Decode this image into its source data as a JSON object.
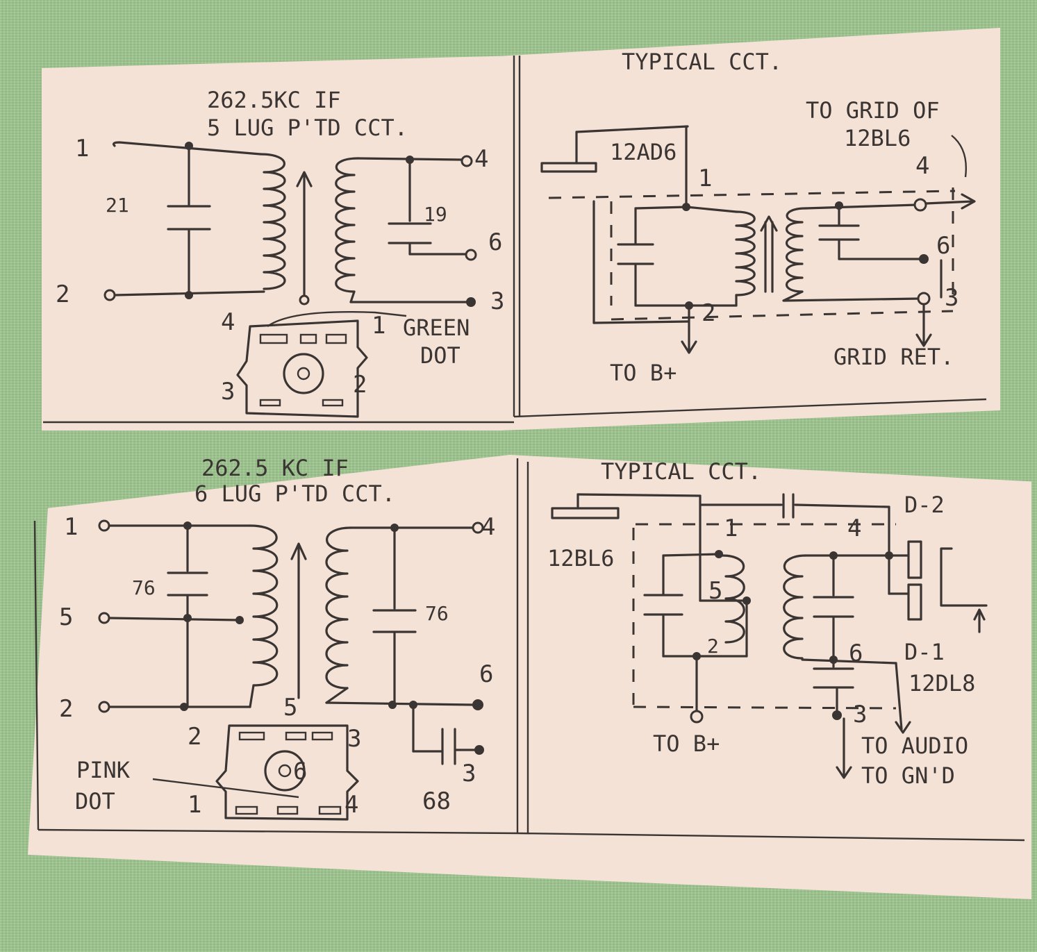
{
  "top_left": {
    "title_line1": "262.5KC IF",
    "title_line2": "5 LUG P'TD CCT.",
    "pins": {
      "p1": "1",
      "p2": "2",
      "p3": "3",
      "p4": "4",
      "p6": "6"
    },
    "cap_label": "21",
    "cap2_label": "19",
    "base_pins": {
      "b4": "4",
      "b1": "1",
      "b3": "3",
      "b2": "2"
    },
    "dot_line1": "GREEN",
    "dot_line2": "DOT"
  },
  "top_right": {
    "title": "TYPICAL CCT.",
    "to_grid_line1": "TO GRID OF",
    "to_grid_line2": "12BL6",
    "tube": "12AD6",
    "pin1": "1",
    "pin2": "2",
    "pin3": "3",
    "pin4": "4",
    "pin6": "6",
    "to_b": "TO B+",
    "grid_ret": "GRID RET."
  },
  "bottom_left": {
    "title_line1": "262.5 KC IF",
    "title_line2": "6 LUG P'TD CCT.",
    "pins": {
      "p1": "1",
      "p5": "5",
      "p2": "2",
      "p4": "4",
      "p6": "6",
      "p3": "3"
    },
    "cap_left": "76",
    "cap_right": "76",
    "cap_68": "68",
    "tap5": "5",
    "base_pins": {
      "b2": "2",
      "b3": "3",
      "b6": "6",
      "b1": "1",
      "b4": "4"
    },
    "dot_line1": "PINK",
    "dot_line2": "DOT"
  },
  "bottom_right": {
    "title": "TYPICAL CCT.",
    "tube1": "12BL6",
    "d2": "D-2",
    "d1": "D-1",
    "tube2": "12DL8",
    "pin1": "1",
    "pin4": "4",
    "pin5": "5",
    "pin2": "2",
    "pin6": "6",
    "pin3": "3",
    "to_b": "TO B+",
    "to_audio": "TO AUDIO",
    "to_gnd": "TO GN'D"
  }
}
